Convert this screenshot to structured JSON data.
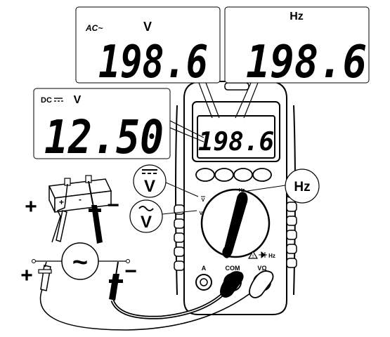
{
  "callouts": {
    "ac": {
      "mode_label": "AC~",
      "unit": "V",
      "reading": "198.6"
    },
    "hz": {
      "mode_label": "Hz",
      "reading": "198.6"
    },
    "dc": {
      "mode_label": "DC",
      "unit": "V",
      "reading": "12.50"
    }
  },
  "meter": {
    "display_reading": "198.6",
    "dial_labels": {
      "hz": "Hz",
      "dcv": "V",
      "acv": "V"
    },
    "terminals": {
      "a": "A",
      "com": "COM",
      "volt": "VΩ",
      "volt_extra": "Hz"
    }
  },
  "bubbles": {
    "dcv": "V",
    "acv": "V",
    "hz": "Hz"
  },
  "battery_polarity": {
    "plus": "+",
    "minus": "-"
  },
  "polarity_marks": {
    "plus": "+",
    "minus": "−"
  },
  "ac_source_symbol": "~"
}
